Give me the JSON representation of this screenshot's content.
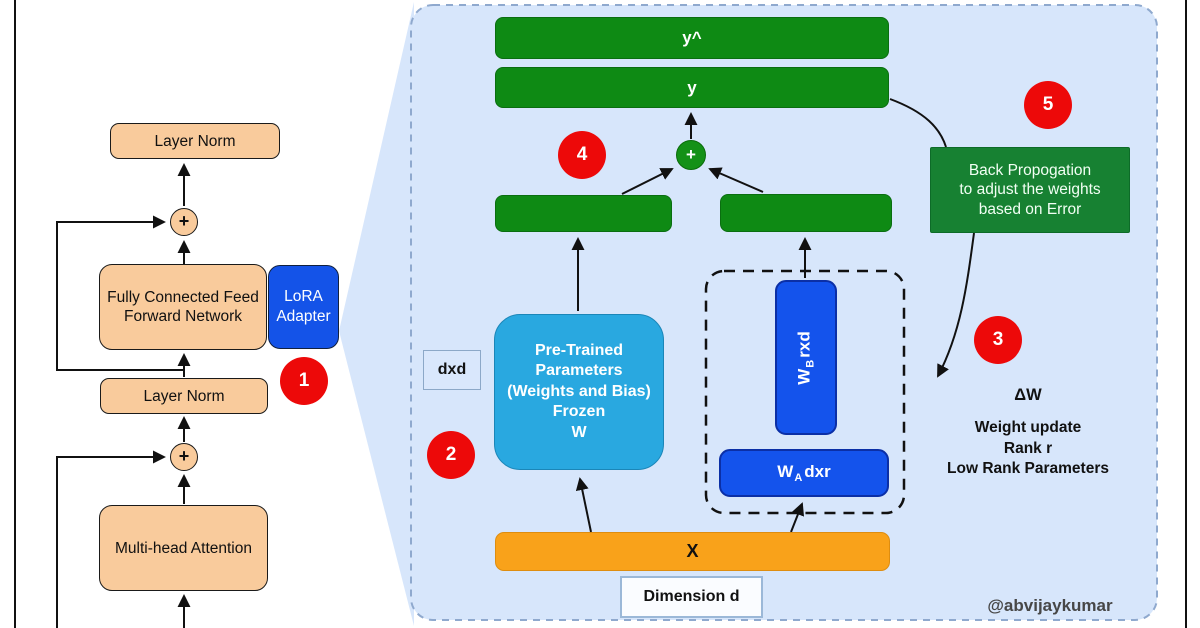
{
  "transformer": {
    "layer_norm_top": "Layer Norm",
    "plus_top": "+",
    "ffn_line1": "Fully Connected Feed",
    "ffn_line2": "Forward Network",
    "lora_line1": "LoRA",
    "lora_line2": "Adapter",
    "layer_norm_bottom": "Layer Norm",
    "plus_bottom": "+",
    "mha": "Multi-head Attention"
  },
  "badges": {
    "b1": "1",
    "b2": "2",
    "b3": "3",
    "b4": "4",
    "b5": "5"
  },
  "panel": {
    "y_hat": "y^",
    "y": "y",
    "plus": "+",
    "pretrained_line1": "Pre-Trained",
    "pretrained_line2": "Parameters",
    "pretrained_line3": "(Weights and Bias)",
    "pretrained_line4": "Frozen",
    "pretrained_line5": "W",
    "dxd": "dxd",
    "wb_w": "W",
    "wb_sub": "B",
    "wb_dims": "rxd",
    "wa_w": "W",
    "wa_sub": "A",
    "wa_dims": "dxr",
    "x": "X",
    "dimension": "Dimension d",
    "backprop_line1": "Back Propogation",
    "backprop_line2": "to adjust the weights",
    "backprop_line3": "based on Error",
    "delta_w": "ΔW",
    "note_line1": "Weight update",
    "note_line2": "Rank r",
    "note_line3": "Low Rank Parameters",
    "credit": "@abvijaykumar"
  },
  "colors": {
    "panel_bg": "#D7E6FB",
    "green_bar": "#0E8A14",
    "green_backprop": "#178132",
    "blue": "#1453EC",
    "cyan": "#29A8E0",
    "peach": "#F9CB9C",
    "orange": "#F9A21A",
    "red_badge": "#ED0909"
  }
}
